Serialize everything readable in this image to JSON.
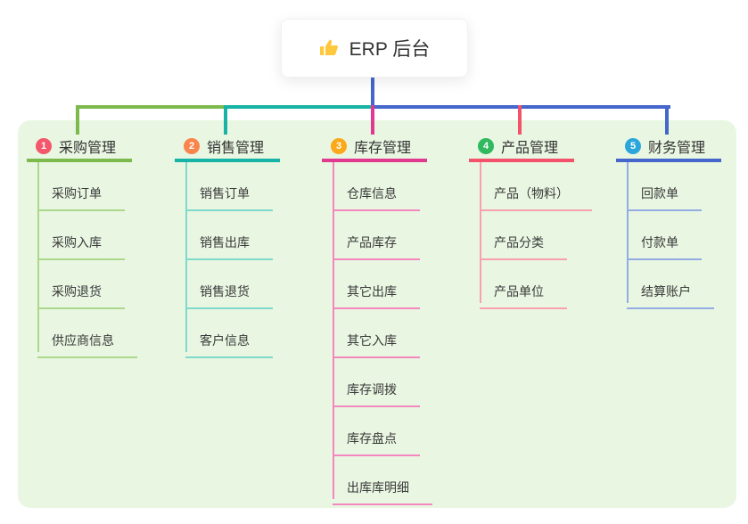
{
  "root": {
    "label": "ERP 后台",
    "icon": "thumbs-up-icon",
    "icon_color": "#FFC83D"
  },
  "branches": [
    {
      "badge": "1",
      "title": "采购管理",
      "color": "#7DBA4D",
      "lite": "#ABD88B",
      "badge_color": "#F4566B",
      "children": [
        "采购订单",
        "采购入库",
        "采购退货",
        "供应商信息"
      ]
    },
    {
      "badge": "2",
      "title": "销售管理",
      "color": "#16B3A6",
      "lite": "#7EDACC",
      "badge_color": "#F9854C",
      "children": [
        "销售订单",
        "销售出库",
        "销售退货",
        "客户信息"
      ]
    },
    {
      "badge": "3",
      "title": "库存管理",
      "color": "#E0398F",
      "lite": "#F387BE",
      "badge_color": "#FBA819",
      "children": [
        "仓库信息",
        "产品库存",
        "其它出库",
        "其它入库",
        "库存调拨",
        "库存盘点",
        "出库库明细"
      ]
    },
    {
      "badge": "4",
      "title": "产品管理",
      "color": "#F4526B",
      "lite": "#F9A1AE",
      "badge_color": "#30B95F",
      "children": [
        "产品（物料）",
        "产品分类",
        "产品单位"
      ]
    },
    {
      "badge": "5",
      "title": "财务管理",
      "color": "#4566CB",
      "lite": "#93ADE4",
      "badge_color": "#2BA6DB",
      "children": [
        "回款单",
        "付款单",
        "结算账户"
      ]
    }
  ],
  "colors": {
    "panel_bg": "#E9F6E2",
    "root_line": "#4566CB",
    "text": "#333333"
  }
}
